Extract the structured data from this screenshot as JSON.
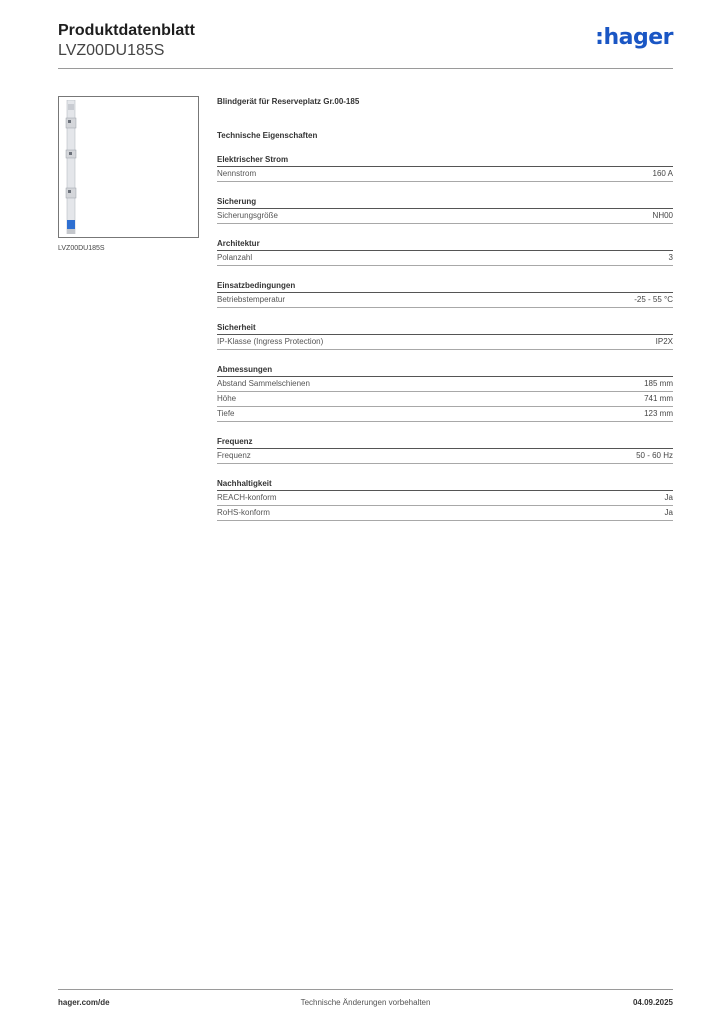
{
  "header": {
    "title": "Produktdatenblatt",
    "subtitle": "LVZ00DU185S",
    "logo_text": ":hager",
    "logo_color": "#1a56c4"
  },
  "product": {
    "image_caption": "LVZ00DU185S",
    "name": "Blindgerät für Reserveplatz Gr.00-185",
    "tech_heading": "Technische Eigenschaften"
  },
  "sections": [
    {
      "title": "Elektrischer Strom",
      "rows": [
        {
          "label": "Nennstrom",
          "value": "160 A"
        }
      ]
    },
    {
      "title": "Sicherung",
      "rows": [
        {
          "label": "Sicherungsgröße",
          "value": "NH00"
        }
      ]
    },
    {
      "title": "Architektur",
      "rows": [
        {
          "label": "Polanzahl",
          "value": "3"
        }
      ]
    },
    {
      "title": "Einsatzbedingungen",
      "rows": [
        {
          "label": "Betriebstemperatur",
          "value": "-25 - 55 °C"
        }
      ]
    },
    {
      "title": "Sicherheit",
      "rows": [
        {
          "label": "IP-Klasse (Ingress Protection)",
          "value": "IP2X"
        }
      ]
    },
    {
      "title": "Abmessungen",
      "rows": [
        {
          "label": "Abstand Sammelschienen",
          "value": "185 mm"
        },
        {
          "label": "Höhe",
          "value": "741 mm"
        },
        {
          "label": "Tiefe",
          "value": "123 mm"
        }
      ]
    },
    {
      "title": "Frequenz",
      "rows": [
        {
          "label": "Frequenz",
          "value": "50 - 60 Hz"
        }
      ]
    },
    {
      "title": "Nachhaltigkeit",
      "rows": [
        {
          "label": "REACH-konform",
          "value": "Ja"
        },
        {
          "label": "RoHS-konform",
          "value": "Ja"
        }
      ]
    }
  ],
  "footer": {
    "website": "hager.com/de",
    "notice": "Technische Änderungen vorbehalten",
    "date": "04.09.2025"
  }
}
